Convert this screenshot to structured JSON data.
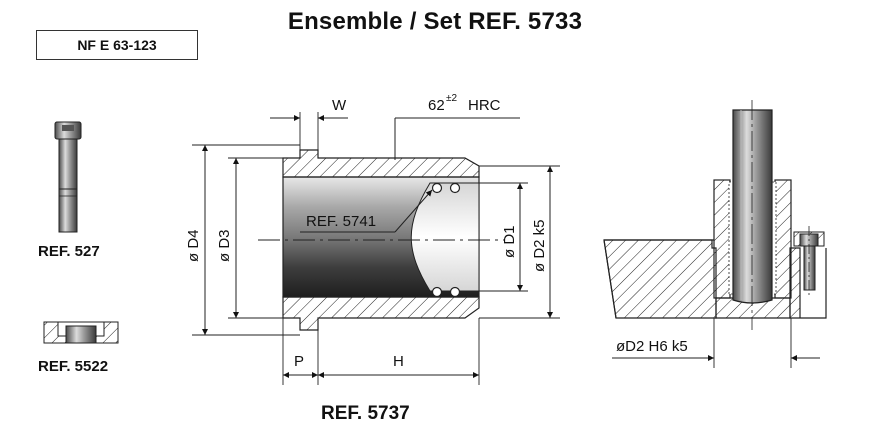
{
  "title": "Ensemble / Set REF. 5733",
  "standard": "NF E 63-123",
  "labels": {
    "screw": "REF. 527",
    "washer": "REF. 5522",
    "bushing": "REF. 5737",
    "cage": "REF. 5741"
  },
  "dimensions": {
    "w": "W",
    "hardness_value": "62",
    "hardness_tol": "±2",
    "hardness_unit": "HRC",
    "d4": "ø D4",
    "d3": "ø D3",
    "d1": "ø D1",
    "d2": "ø D2 k5",
    "p": "P",
    "h": "H",
    "fit": "øD2 H6 k5"
  }
}
